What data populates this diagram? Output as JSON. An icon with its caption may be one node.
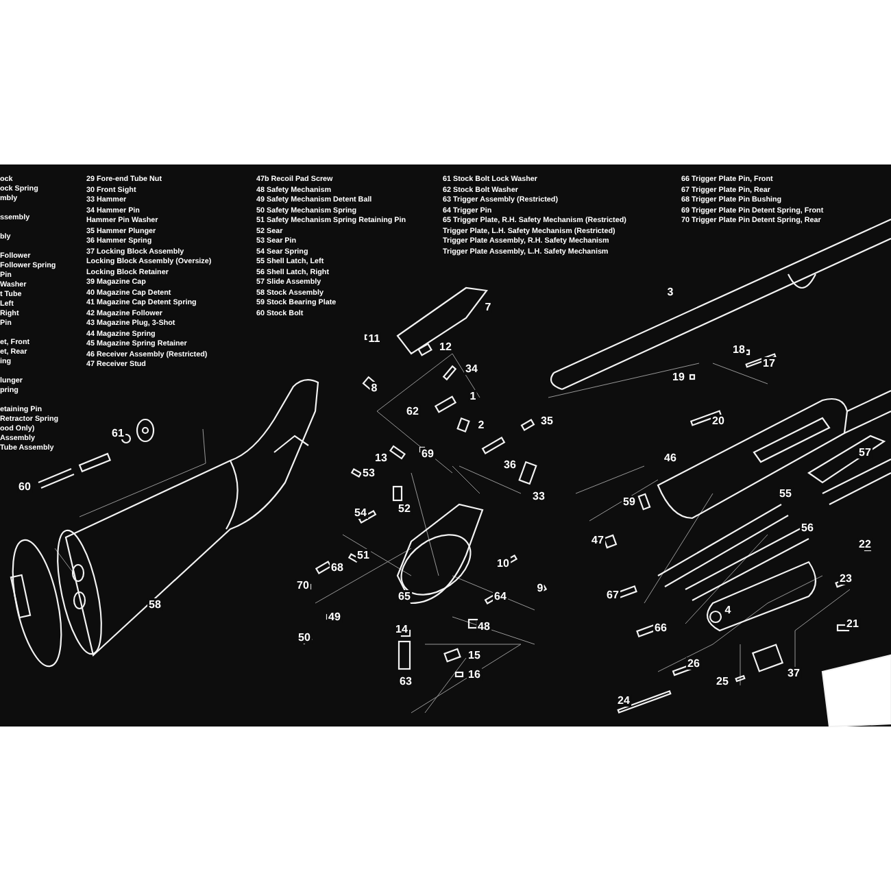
{
  "diagram": {
    "labels": [
      "ock",
      "ock Spring",
      "mbly",
      "ssembly",
      "bly",
      "Follower",
      "Follower Spring",
      "Pin",
      "Washer",
      "t Tube",
      "Left",
      "Right",
      "Pin",
      "et, Front",
      "et, Rear",
      "ing",
      "lunger",
      "pring",
      "etaining Pin",
      "Retractor Spring",
      "ood Only)",
      "Assembly",
      "Tube Assembly",
      "29 Fore-end Tube Nut",
      "30 Front Sight",
      "33 Hammer",
      "34 Hammer Pin",
      "Hammer Pin Washer",
      "35 Hammer Plunger",
      "36 Hammer Spring",
      "37 Locking Block Assembly",
      "Locking Block Assembly (Oversize)",
      "Locking Block Retainer",
      "39 Magazine Cap",
      "40 Magazine Cap Detent",
      "41 Magazine Cap Detent Spring",
      "42 Magazine Follower",
      "43 Magazine Plug, 3-Shot",
      "44 Magazine Spring",
      "45 Magazine Spring Retainer",
      "46 Receiver Assembly (Restricted)",
      "47 Receiver Stud",
      "47b Recoil Pad Screw",
      "48 Safety Mechanism",
      "49 Safety Mechanism Detent Ball",
      "50 Safety Mechanism Spring",
      "51 Safety Mechanism Spring Retaining Pin",
      "52 Sear",
      "53 Sear Pin",
      "54 Sear Spring",
      "55 Shell Latch, Left",
      "56 Shell Latch, Right",
      "57 Slide Assembly",
      "58 Stock Assembly",
      "59 Stock Bearing Plate",
      "60 Stock Bolt",
      "61 Stock Bolt Lock Washer",
      "62 Stock Bolt Washer",
      "63 Trigger Assembly (Restricted)",
      "64 Trigger Pin",
      "65 Trigger Plate, R.H. Safety Mechanism (Restricted)",
      "Trigger Plate, L.H. Safety Mechanism (Restricted)",
      "Trigger Plate Assembly, R.H. Safety Mechanism",
      "Trigger Plate Assembly, L.H. Safety Mechanism",
      "66 Trigger Plate Pin, Front",
      "67 Trigger Plate Pin, Rear",
      "68 Trigger Plate Pin Bushing",
      "69 Trigger Plate Pin Detent Spring, Front",
      "70 Trigger Plate Pin Detent Spring, Rear",
      "3",
      "7",
      "11",
      "12",
      "18",
      "17",
      "34",
      "19",
      "8",
      "1",
      "62",
      "2",
      "35",
      "20",
      "61",
      "57",
      "69",
      "13",
      "46",
      "36",
      "53",
      "60",
      "55",
      "33",
      "59",
      "52",
      "54",
      "56",
      "47",
      "22",
      "51",
      "10",
      "68",
      "23",
      "70",
      "9",
      "67",
      "65",
      "64",
      "58",
      "4",
      "49",
      "21",
      "48",
      "66",
      "14",
      "50",
      "15",
      "26",
      "37",
      "16",
      "63",
      "25",
      "24"
    ]
  }
}
